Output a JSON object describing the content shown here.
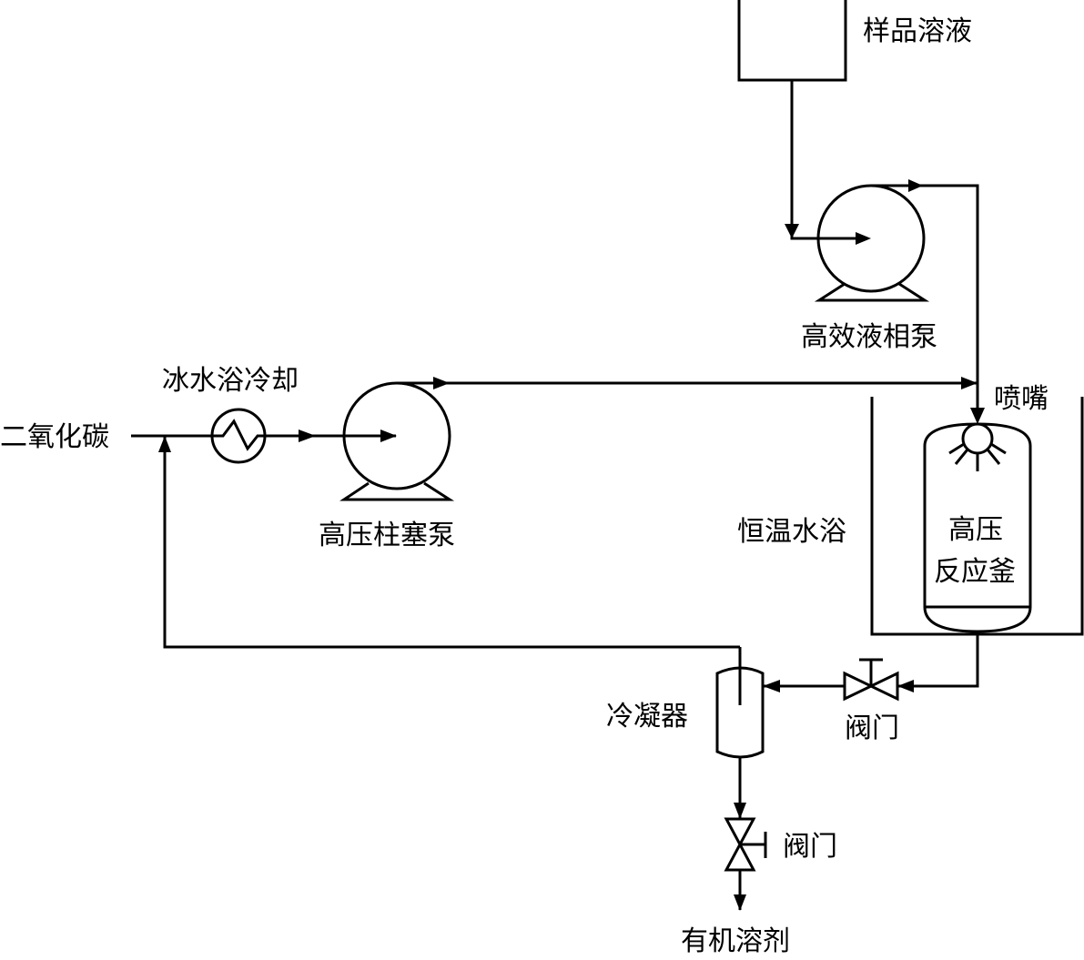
{
  "diagram": {
    "type": "process-flow",
    "colors": {
      "line": "#000000",
      "background": "#ffffff"
    },
    "labels": {
      "sample_solution": "样品溶液",
      "hplc_pump": "高效液相泵",
      "co2": "二氧化碳",
      "ice_bath": "冰水浴冷却",
      "plunger_pump": "高压柱塞泵",
      "nozzle": "喷嘴",
      "water_bath": "恒温水浴",
      "reactor_line1": "高压",
      "reactor_line2": "反应釜",
      "condenser": "冷凝器",
      "valve_1": "阀门",
      "valve_2": "阀门",
      "organic_solvent": "有机溶剂"
    },
    "components": [
      {
        "id": "sample-tank",
        "label_key": "sample_solution",
        "icon": "tank-icon"
      },
      {
        "id": "hplc-pump",
        "label_key": "hplc_pump",
        "icon": "pump-icon"
      },
      {
        "id": "heat-exchanger",
        "label_key": "ice_bath",
        "icon": "heat-exchanger-icon"
      },
      {
        "id": "plunger-pump",
        "label_key": "plunger_pump",
        "icon": "pump-icon"
      },
      {
        "id": "reactor",
        "label_key": "reactor_line1",
        "icon": "vessel-icon"
      },
      {
        "id": "nozzle",
        "label_key": "nozzle",
        "icon": "nozzle-icon"
      },
      {
        "id": "water-bath",
        "label_key": "water_bath",
        "icon": "bath-icon"
      },
      {
        "id": "condenser",
        "label_key": "condenser",
        "icon": "condenser-icon"
      },
      {
        "id": "valve-1",
        "label_key": "valve_1",
        "icon": "valve-icon"
      },
      {
        "id": "valve-2",
        "label_key": "valve_2",
        "icon": "valve-icon"
      }
    ],
    "flows": [
      {
        "from": "二氧化碳",
        "to": "冰水浴冷却"
      },
      {
        "from": "冰水浴冷却",
        "to": "高压柱塞泵"
      },
      {
        "from": "高压柱塞泵",
        "to": "喷嘴"
      },
      {
        "from": "样品溶液",
        "to": "高效液相泵"
      },
      {
        "from": "高效液相泵",
        "to": "喷嘴"
      },
      {
        "from": "高压反应釜",
        "to": "阀门"
      },
      {
        "from": "阀门",
        "to": "冷凝器"
      },
      {
        "from": "冷凝器",
        "to": "二氧化碳"
      },
      {
        "from": "冷凝器",
        "to": "有机溶剂"
      }
    ]
  }
}
